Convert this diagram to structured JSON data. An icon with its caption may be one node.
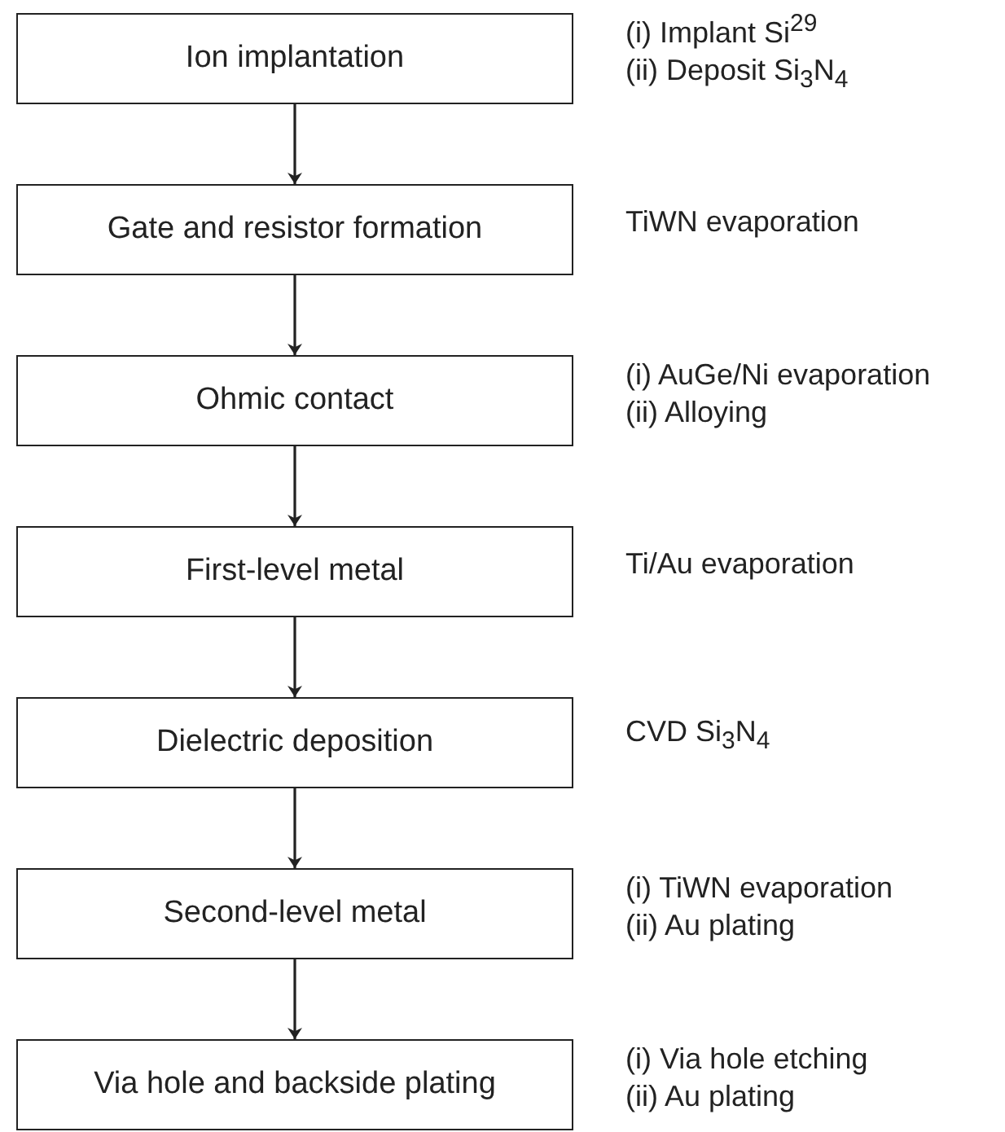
{
  "diagram": {
    "nodes": [
      {
        "text": [
          "Ion implantation"
        ],
        "beside": [
          "(i) Implant Si$^{29}$",
          "(ii) Deposit Si$_{3}$N$_{4}$"
        ]
      },
      {
        "text": [
          "Gate and resistor formation"
        ],
        "beside": [
          "TiWN evaporation"
        ]
      },
      {
        "text": [
          "Ohmic contact"
        ],
        "beside": [
          "(i) AuGe/Ni evaporation",
          "(ii) Alloying"
        ]
      },
      {
        "text": [
          "First-level metal"
        ],
        "beside": [
          "Ti/Au evaporation"
        ]
      },
      {
        "text": [
          "Dielectric deposition"
        ],
        "beside": [
          "CVD Si$_{3}$N$_{4}$"
        ]
      },
      {
        "text": [
          "Second-level metal"
        ],
        "beside": [
          "(i) TiWN evaporation",
          "(ii) Au plating"
        ]
      },
      {
        "text": [
          "Via hole and backside plating"
        ],
        "beside": [
          "(i) Via hole etching",
          "(ii) Au plating"
        ]
      }
    ],
    "edges": [
      {
        "from": 0,
        "to": 1,
        "arrow": "to"
      },
      {
        "from": 1,
        "to": 2,
        "arrow": "to"
      },
      {
        "from": 2,
        "to": 3,
        "arrow": "to"
      },
      {
        "from": 3,
        "to": 4,
        "arrow": "to"
      },
      {
        "from": 4,
        "to": 5,
        "arrow": "to"
      },
      {
        "from": 5,
        "to": 6,
        "arrow": "to"
      }
    ]
  }
}
